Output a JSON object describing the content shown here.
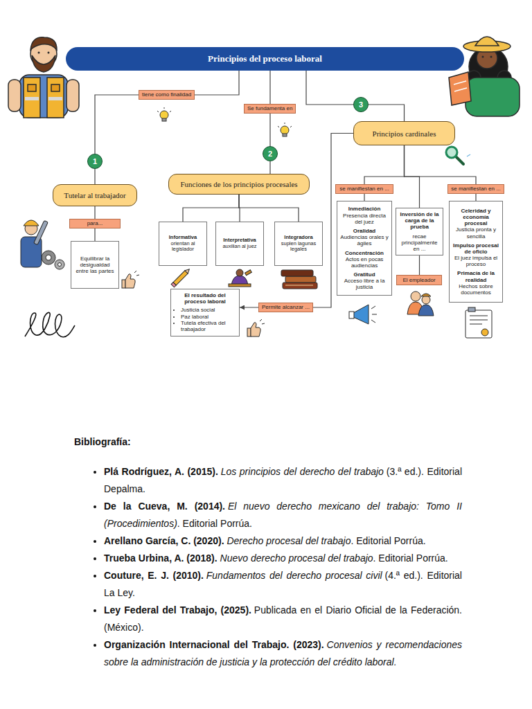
{
  "diagram": {
    "nodes": [
      {
        "text": [
          "Principios del proceso laboral"
        ]
      },
      {
        "text": [
          "1"
        ]
      },
      {
        "text": [
          "Tutelar al trabajador"
        ]
      },
      {
        "text": [
          "Equilibrar la desigualdad entre las partes"
        ]
      },
      {
        "text": [
          "2"
        ]
      },
      {
        "text": [
          "Funciones de los principios procesales"
        ]
      },
      {
        "text": [
          "Informativa",
          "orientan al legislador"
        ]
      },
      {
        "text": [
          "Interpretativa",
          "auxilian al juez"
        ]
      },
      {
        "text": [
          "Integradora",
          "suplen lagunas legales"
        ]
      },
      {
        "text": [
          "3"
        ]
      },
      {
        "text": [
          "Principios cardinales"
        ]
      },
      {
        "text": [
          "Inmediación",
          "Presencia directa del juez",
          "Oralidad",
          "Audiencias orales y ágiles",
          "Concentración",
          "Actos en pocas audiencias",
          "Gratitud",
          "Acceso libre a la justicia"
        ]
      },
      {
        "text": [
          "Inversión de la carga de la prueba",
          "recae principalmente en ..."
        ]
      },
      {
        "text": [
          "El empleador"
        ]
      },
      {
        "text": [
          "Celeridad y economía procesal",
          "Justicia pronta y sencilla",
          "Impulso procesal de oficio",
          "El juez impulsa el proceso",
          "Primacía de la realidad",
          "Hechos sobre documentos"
        ]
      },
      {
        "text": [
          "El resultado del proceso laboral",
          "Justicia social",
          "Paz laboral",
          "Tutela efectiva del trabajador"
        ]
      }
    ],
    "edges": [
      {
        "from": 0,
        "to": 1,
        "label": "tiene como finalidad",
        "arrow": "none"
      },
      {
        "from": 1,
        "to": 2,
        "arrow": "none"
      },
      {
        "from": 2,
        "to": 3,
        "label": "para...",
        "arrow": "none"
      },
      {
        "from": 0,
        "to": 4,
        "label": "Se fundamenta en",
        "arrow": "none"
      },
      {
        "from": 4,
        "to": 5,
        "arrow": "none"
      },
      {
        "from": 5,
        "to": 6,
        "arrow": "none"
      },
      {
        "from": 5,
        "to": 7,
        "arrow": "none"
      },
      {
        "from": 5,
        "to": 8,
        "arrow": "none"
      },
      {
        "from": 0,
        "to": 9,
        "arrow": "none"
      },
      {
        "from": 9,
        "to": 10,
        "arrow": "none"
      },
      {
        "from": 10,
        "to": 11,
        "label": "se manifiestan en ...",
        "arrow": "none"
      },
      {
        "from": 10,
        "to": 12,
        "arrow": "none"
      },
      {
        "from": 12,
        "to": 13,
        "arrow": "none"
      },
      {
        "from": 10,
        "to": 14,
        "label": "se manifiestan en ...",
        "arrow": "none"
      },
      {
        "from": 10,
        "to": 15,
        "label": "Permite alcanzar ...",
        "arrow": "to"
      }
    ],
    "labels": [
      "Bibliografía:",
      "Plá Rodríguez, A. (2015).",
      "Los principios del derecho del trabajo",
      "(3.ª ed.). Editorial Depalma.",
      "De la Cueva, M. (2014).",
      "El nuevo derecho mexicano del trabajo: Tomo II (Procedimientos)",
      ". Editorial Porrúa.",
      "Arellano García, C. (2020).",
      "Derecho procesal del trabajo",
      ". Editorial Porrúa.",
      "Trueba Urbina, A. (2018).",
      "Nuevo derecho procesal del trabajo",
      ". Editorial Porrúa.",
      "Couture, E. J. (2010).",
      "Fundamentos del derecho procesal civil",
      "(4.ª ed.). Editorial La Ley.",
      "Ley Federal del Trabajo, (2025).",
      "Publicada en el Diario Oficial de la Federación. (México).",
      "Organización Internacional del Trabajo. (2023).",
      "Convenios y recomendaciones sobre la administración de justicia y la protección del crédito laboral."
    ]
  }
}
